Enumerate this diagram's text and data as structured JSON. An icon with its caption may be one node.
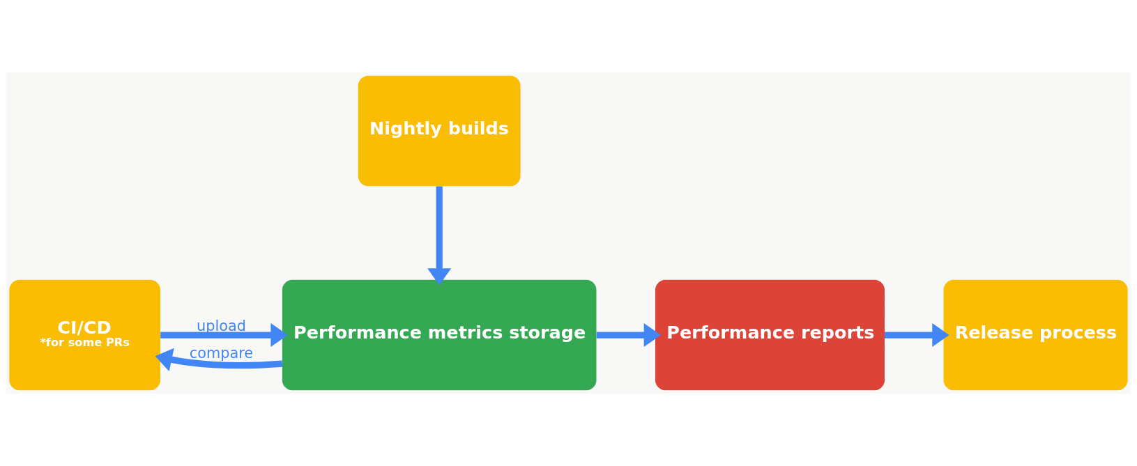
{
  "diagram": {
    "nodes": [
      {
        "text": [
          "CI/CD",
          "*for some PRs"
        ]
      },
      {
        "text": [
          "Performance metrics storage"
        ]
      },
      {
        "text": [
          "Performance reports"
        ]
      },
      {
        "text": [
          "Release process"
        ]
      },
      {
        "text": [
          "Nightly builds"
        ]
      }
    ],
    "edges": [
      {
        "from": 0,
        "to": 1,
        "arrow": "to",
        "label": "upload"
      },
      {
        "from": 1,
        "to": 0,
        "arrow": "to",
        "label": "compare"
      },
      {
        "from": 1,
        "to": 2,
        "arrow": "to"
      },
      {
        "from": 2,
        "to": 3,
        "arrow": "to"
      },
      {
        "from": 4,
        "to": 1,
        "arrow": "to"
      }
    ]
  }
}
